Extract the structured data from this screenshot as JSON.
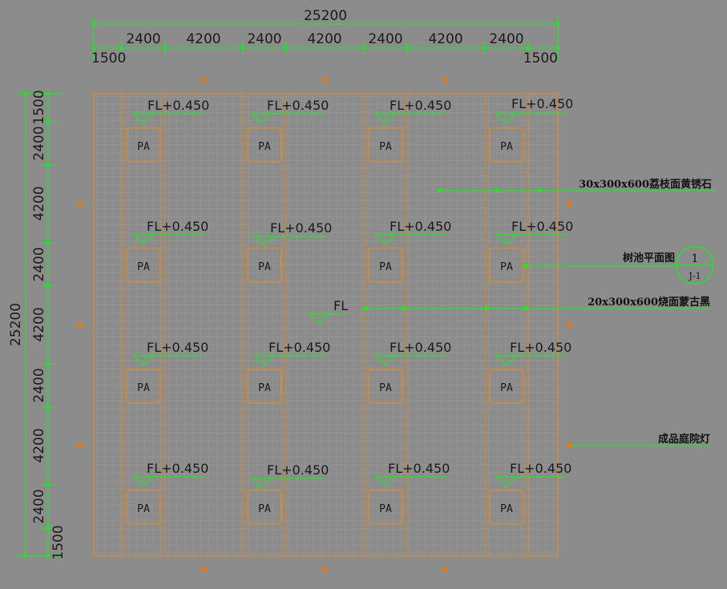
{
  "colors": {
    "background": "#8c8c8c",
    "dimension": "#00ff00",
    "plaza": "#e08a2a",
    "grid": "#b0b0b0",
    "text": "#1a1a1a"
  },
  "dimensions": {
    "top_total": "25200",
    "top_segments": [
      "2400",
      "4200",
      "2400",
      "4200",
      "2400",
      "4200",
      "2400"
    ],
    "top_left_edge": "1500",
    "top_right_edge": "1500",
    "left_total": "25200",
    "left_segments": [
      "1500",
      "2400",
      "4200",
      "2400",
      "4200",
      "2400",
      "4200",
      "2400",
      "1500"
    ]
  },
  "levels": {
    "planter": "FL+0.450",
    "floor": "FL"
  },
  "planter_label": "PA",
  "annotations": {
    "stone_paving": "30x300x600荔枝面黄锈石",
    "tree_pool_plan": "树池平面图",
    "burnt_paving": "20x300x600烧面蒙古黑",
    "garden_light": "成品庭院灯"
  },
  "detail_callout": {
    "number": "1",
    "sheet": "J-1"
  }
}
